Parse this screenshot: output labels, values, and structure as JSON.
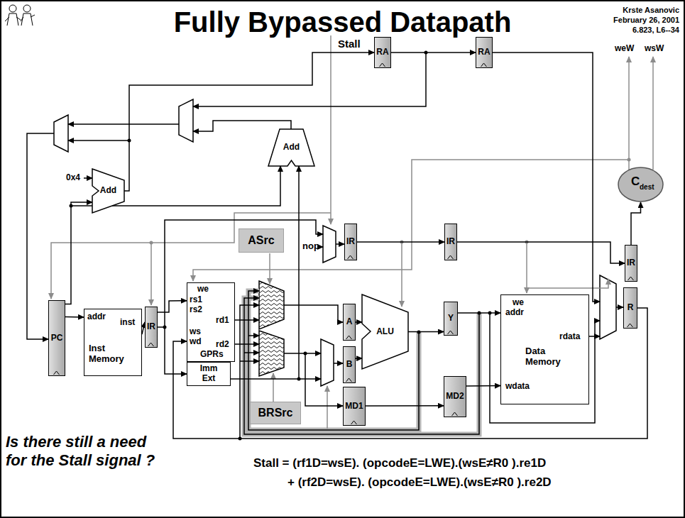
{
  "diagram": {
    "title": "Fully Bypassed Datapath",
    "caption": "Is there still a need for the Stall signal ?",
    "nodes": [
      {
        "text": [
          "PC"
        ]
      },
      {
        "text": [
          "addr",
          "inst",
          "Inst Memory"
        ]
      },
      {
        "text": [
          "IR"
        ]
      },
      {
        "text": [
          "we",
          "rs1",
          "rs2",
          "ws",
          "wd",
          "rd1",
          "rd2",
          "GPRs"
        ]
      },
      {
        "text": [
          "Imm Ext"
        ]
      },
      {
        "text": [
          "Add"
        ]
      },
      {
        "text": [
          "Add"
        ]
      },
      {
        "text": [
          "RA"
        ]
      },
      {
        "text": [
          "RA"
        ]
      },
      {
        "text": [
          "IR"
        ]
      },
      {
        "text": [
          "IR"
        ]
      },
      {
        "text": [
          "IR"
        ]
      },
      {
        "text": [
          "C",
          "dest"
        ]
      },
      {
        "text": [
          "ASrc"
        ]
      },
      {
        "text": [
          "BRSrc"
        ]
      },
      {
        "text": [
          "A"
        ]
      },
      {
        "text": [
          "B"
        ]
      },
      {
        "text": [
          "MD1"
        ]
      },
      {
        "text": [
          "ALU"
        ]
      },
      {
        "text": [
          "Y"
        ]
      },
      {
        "text": [
          "MD2"
        ]
      },
      {
        "text": [
          "we",
          "addr",
          "rdata",
          "Data Memory",
          "wdata"
        ]
      },
      {
        "text": [
          "R"
        ]
      }
    ],
    "edges": [
      {
        "from": 0,
        "to": 1,
        "arrow": "to"
      },
      {
        "from": 1,
        "to": 2,
        "arrow": "to"
      },
      {
        "from": 2,
        "to": 3,
        "arrow": "to"
      },
      {
        "from": 2,
        "to": 4,
        "arrow": "to"
      },
      {
        "from": 0,
        "to": 5,
        "arrow": "to"
      },
      {
        "from": 7,
        "to": 8,
        "arrow": "to"
      },
      {
        "from": 9,
        "to": 10,
        "arrow": "to"
      },
      {
        "from": 10,
        "to": 11,
        "arrow": "to"
      },
      {
        "from": 11,
        "to": 12,
        "arrow": "to"
      },
      {
        "from": 15,
        "to": 18,
        "arrow": "to"
      },
      {
        "from": 16,
        "to": 18,
        "arrow": "to"
      },
      {
        "from": 18,
        "to": 19,
        "arrow": "to"
      },
      {
        "from": 19,
        "to": 21,
        "arrow": "to"
      },
      {
        "from": 17,
        "to": 20,
        "arrow": "to"
      },
      {
        "from": 20,
        "to": 21,
        "arrow": "to"
      },
      {
        "from": 22,
        "to": 3,
        "arrow": "to"
      }
    ],
    "labels": [
      "Krste Asanovic",
      "February 26, 2001",
      "6.823, L6--34",
      "Stall",
      "weW",
      "wsW",
      "nop",
      "0x4",
      "Stall = (rf1D=wsE). (opcodeE=LWE).(wsE≠R0 ).re1D",
      "+ (rf2D=wsE). (opcodeE=LWE).(wsE≠R0 ).re2D"
    ]
  }
}
